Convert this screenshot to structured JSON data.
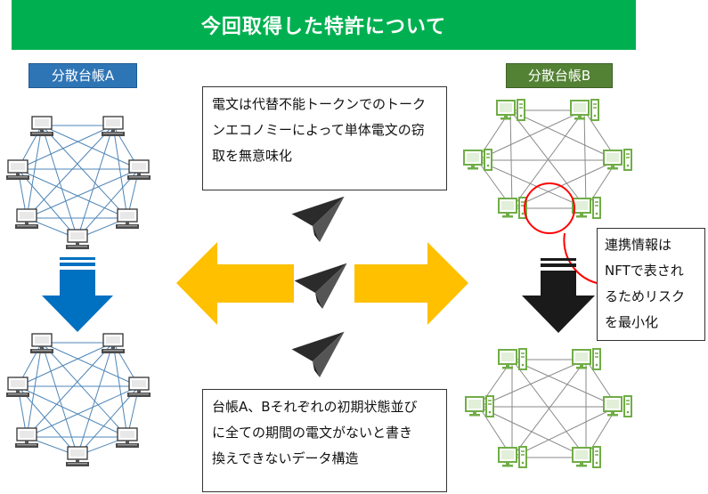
{
  "banner": {
    "title": "今回取得した特許について"
  },
  "ledger_a": {
    "label": "分散台帳A"
  },
  "ledger_b": {
    "label": "分散台帳B"
  },
  "box_top": {
    "lines": [
      "電文は代替不能トークンでのトーク",
      "ンエコノミーによって単体電文の窃",
      "取を無意味化"
    ]
  },
  "box_bottom": {
    "lines": [
      "台帳A、Bそれぞれの初期状態並び",
      "に全ての期間の電文がないと書き",
      "換えできないデータ構造"
    ]
  },
  "callout": {
    "lines": [
      "連携情報は",
      "NFTで表され",
      "るためリスク",
      "を最小化"
    ]
  },
  "colors": {
    "banner": "#00b050",
    "ledger_a": "#2e75b6",
    "ledger_b": "#548235",
    "sync_arrow": "#ffc000",
    "down_arrow_a": "#0070c0",
    "down_arrow_b": "#1a1a1a",
    "highlight_circle": "#ff0000"
  }
}
